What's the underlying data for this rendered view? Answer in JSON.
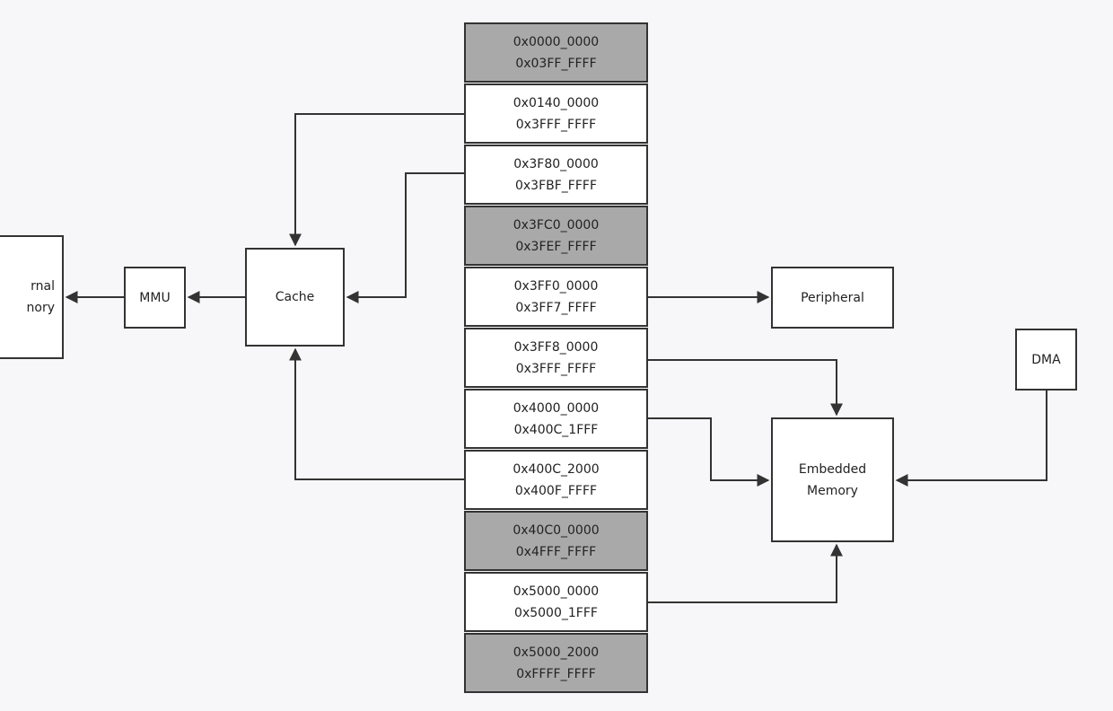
{
  "memory_map": [
    {
      "start": "0x0000_0000",
      "end": "0x03FF_FFFF",
      "reserved": true
    },
    {
      "start": "0x0140_0000",
      "end": "0x3FFF_FFFF",
      "reserved": false
    },
    {
      "start": "0x3F80_0000",
      "end": "0x3FBF_FFFF",
      "reserved": false
    },
    {
      "start": "0x3FC0_0000",
      "end": "0x3FEF_FFFF",
      "reserved": true
    },
    {
      "start": "0x3FF0_0000",
      "end": "0x3FF7_FFFF",
      "reserved": false
    },
    {
      "start": "0x3FF8_0000",
      "end": "0x3FFF_FFFF",
      "reserved": false
    },
    {
      "start": "0x4000_0000",
      "end": "0x400C_1FFF",
      "reserved": false
    },
    {
      "start": "0x400C_2000",
      "end": "0x400F_FFFF",
      "reserved": false
    },
    {
      "start": "0x40C0_0000",
      "end": "0x4FFF_FFFF",
      "reserved": true
    },
    {
      "start": "0x5000_0000",
      "end": "0x5000_1FFF",
      "reserved": false
    },
    {
      "start": "0x5000_2000",
      "end": "0xFFFF_FFFF",
      "reserved": true
    }
  ],
  "blocks": {
    "external_memory": {
      "line1": "rnal",
      "line2": "nory"
    },
    "mmu": "MMU",
    "cache": "Cache",
    "peripheral": "Peripheral",
    "dma": "DMA",
    "embedded_memory": {
      "line1": "Embedded",
      "line2": "Memory"
    }
  },
  "colors": {
    "line": "#333333",
    "reserved_fill": "#a9a9a9",
    "cell_fill": "#ffffff",
    "background": "#f7f7f9"
  }
}
